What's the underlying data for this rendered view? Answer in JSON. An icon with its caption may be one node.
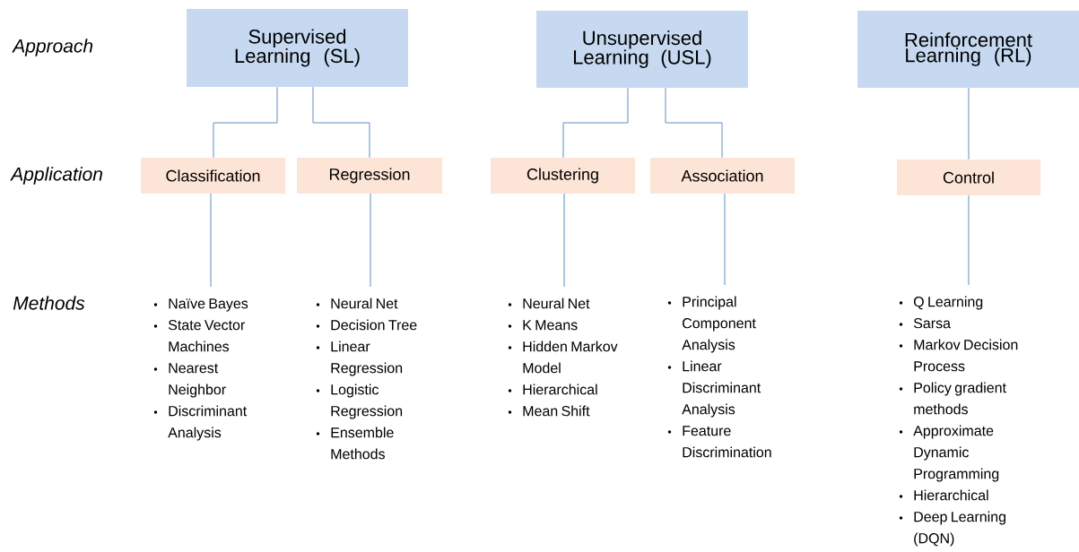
{
  "diagram": {
    "nodes": [
      {
        "text": [
          "Supervised Learning (SL)"
        ]
      },
      {
        "text": [
          "Unsupervised Learning (USL)"
        ]
      },
      {
        "text": [
          "Reinforcement Learning (RL)"
        ]
      },
      {
        "text": [
          "Classification"
        ]
      },
      {
        "text": [
          "Regression"
        ]
      },
      {
        "text": [
          "Clustering"
        ]
      },
      {
        "text": [
          "Association"
        ]
      },
      {
        "text": [
          "Control"
        ]
      },
      {
        "text": [
          "Naïve Bayes",
          "State Vector Machines",
          "Nearest Neighbor",
          "Discriminant Analysis"
        ]
      },
      {
        "text": [
          "Neural Net",
          "Decision Tree",
          "Linear Regression",
          "Logistic Regression",
          "Ensemble Methods"
        ]
      },
      {
        "text": [
          "Neural Net",
          "K Means",
          "Hidden Markov Model",
          "Hierarchical",
          "Mean Shift"
        ]
      },
      {
        "text": [
          "Principal Component Analysis",
          "Linear Discriminant Analysis",
          "Feature Discrimination"
        ]
      },
      {
        "text": [
          "Q Learning",
          "Sarsa",
          "Markov Decision Process",
          "Policy gradient methods",
          "Approximate Dynamic Programming",
          "Hierarchical",
          "Deep Learning (DQN)"
        ]
      }
    ],
    "edges": [
      {
        "from": 0,
        "to": 3,
        "arrow": "none"
      },
      {
        "from": 0,
        "to": 4,
        "arrow": "none"
      },
      {
        "from": 1,
        "to": 5,
        "arrow": "none"
      },
      {
        "from": 1,
        "to": 6,
        "arrow": "none"
      },
      {
        "from": 2,
        "to": 7,
        "arrow": "none"
      },
      {
        "from": 3,
        "to": 8,
        "arrow": "none"
      },
      {
        "from": 4,
        "to": 9,
        "arrow": "none"
      },
      {
        "from": 5,
        "to": 10,
        "arrow": "none"
      },
      {
        "from": 6,
        "to": 11,
        "arrow": "none"
      },
      {
        "from": 7,
        "to": 12,
        "arrow": "none"
      }
    ],
    "labels": [
      "Approach",
      "Application",
      "Methods"
    ]
  }
}
